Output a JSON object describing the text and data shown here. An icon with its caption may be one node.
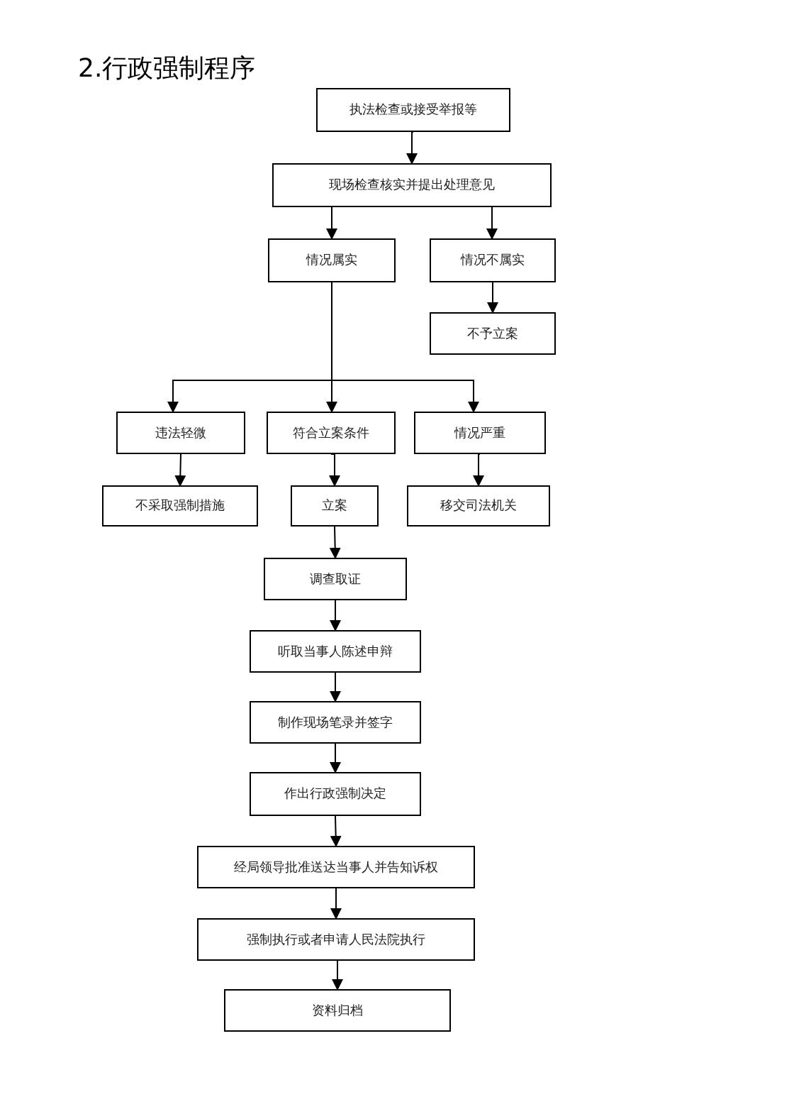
{
  "diagram": {
    "title": "2.行政强制程序",
    "nodes": [
      {
        "text": [
          "执法检查或接受举报等"
        ]
      },
      {
        "text": [
          "现场检查核实并提出处理意见"
        ]
      },
      {
        "text": [
          "情况属实"
        ]
      },
      {
        "text": [
          "情况不属实"
        ]
      },
      {
        "text": [
          "不予立案"
        ]
      },
      {
        "text": [
          "违法轻微"
        ]
      },
      {
        "text": [
          "符合立案条件"
        ]
      },
      {
        "text": [
          "情况严重"
        ]
      },
      {
        "text": [
          "不采取强制措施"
        ]
      },
      {
        "text": [
          "立案"
        ]
      },
      {
        "text": [
          "移交司法机关"
        ]
      },
      {
        "text": [
          "调查取证"
        ]
      },
      {
        "text": [
          "听取当事人陈述申辩"
        ]
      },
      {
        "text": [
          "制作现场笔录并签字"
        ]
      },
      {
        "text": [
          "作出行政强制决定"
        ]
      },
      {
        "text": [
          "经局领导批准送达当事人并告知诉权"
        ]
      },
      {
        "text": [
          "强制执行或者申请人民法院执行"
        ]
      },
      {
        "text": [
          "资料归档"
        ]
      }
    ],
    "edges": [
      {
        "from": 0,
        "to": 1,
        "arrow": "to"
      },
      {
        "from": 1,
        "to": 2,
        "arrow": "to"
      },
      {
        "from": 1,
        "to": 3,
        "arrow": "to"
      },
      {
        "from": 3,
        "to": 4,
        "arrow": "to"
      },
      {
        "from": 2,
        "to": 5,
        "arrow": "to"
      },
      {
        "from": 2,
        "to": 6,
        "arrow": "to"
      },
      {
        "from": 2,
        "to": 7,
        "arrow": "to"
      },
      {
        "from": 5,
        "to": 8,
        "arrow": "to"
      },
      {
        "from": 6,
        "to": 9,
        "arrow": "to"
      },
      {
        "from": 7,
        "to": 10,
        "arrow": "to"
      },
      {
        "from": 9,
        "to": 11,
        "arrow": "to"
      },
      {
        "from": 11,
        "to": 12,
        "arrow": "to"
      },
      {
        "from": 12,
        "to": 13,
        "arrow": "to"
      },
      {
        "from": 13,
        "to": 14,
        "arrow": "to"
      },
      {
        "from": 14,
        "to": 15,
        "arrow": "to"
      },
      {
        "from": 15,
        "to": 16,
        "arrow": "to"
      },
      {
        "from": 16,
        "to": 17,
        "arrow": "to"
      }
    ]
  }
}
